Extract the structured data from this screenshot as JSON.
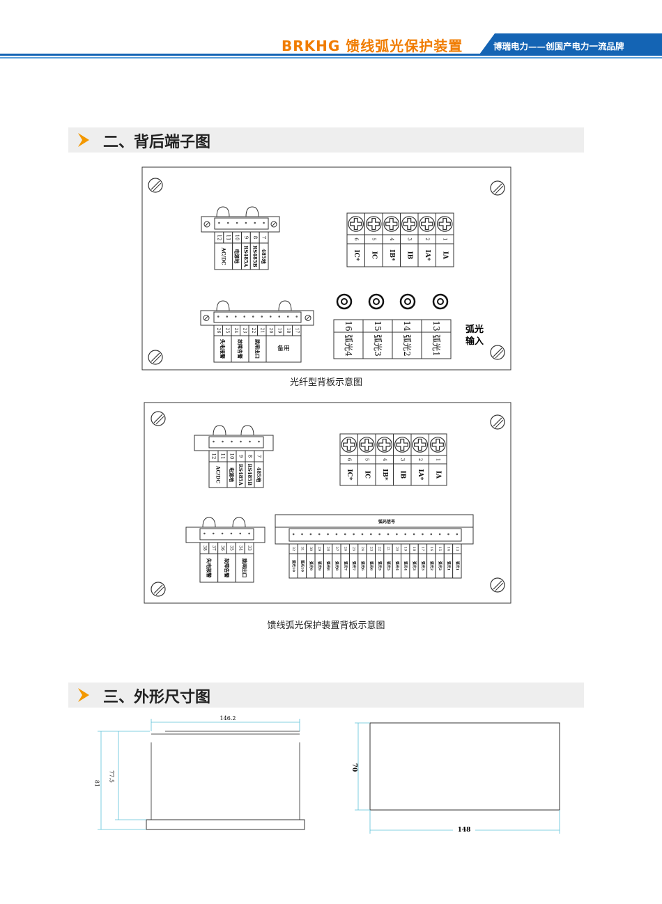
{
  "header": {
    "title": "BRKHG  馈线弧光保护装置",
    "slogan": "博瑞电力——创国产电力一流品牌",
    "accent": "#f07c00",
    "brand": "#1464b4"
  },
  "section2": {
    "title": "二、背后端子图"
  },
  "section3": {
    "title": "三、外形尺寸图"
  },
  "panel1": {
    "caption": "光纤型背板示意图",
    "power_conn": {
      "numbers": [
        "12",
        "11",
        "10",
        "9",
        "8",
        "7"
      ],
      "labels": [
        {
          "text": "AC/DC",
          "span": 2
        },
        {
          "text": "电源地",
          "span": 1
        },
        {
          "text": "RS485A",
          "span": 1
        },
        {
          "text": "RS485B",
          "span": 1
        },
        {
          "text": "485地",
          "span": 1
        }
      ]
    },
    "ct_block": {
      "numbers": [
        "6",
        "5",
        "4",
        "3",
        "2",
        "1"
      ],
      "labels": [
        "IC*",
        "IC",
        "IB*",
        "IB",
        "IA*",
        "IA"
      ]
    },
    "io_conn": {
      "numbers": [
        "26",
        "25",
        "24",
        "23",
        "22",
        "21",
        "20",
        "19",
        "18",
        "17"
      ],
      "labels": [
        {
          "text": "失电报警",
          "span": 2
        },
        {
          "text": "故障告警",
          "span": 2
        },
        {
          "text": "跳闸出口",
          "span": 2
        },
        {
          "text": "备用",
          "span": 4
        }
      ]
    },
    "fiber": {
      "numbers": [
        "16",
        "15",
        "14",
        "13"
      ],
      "labels": [
        "弧光4",
        "弧光3",
        "弧光2",
        "弧光1"
      ],
      "input_label": [
        "弧光",
        "输入"
      ]
    }
  },
  "panel2": {
    "caption": "馈线弧光保护装置背板示意图",
    "power_conn": {
      "numbers": [
        "12",
        "11",
        "10",
        "9",
        "8",
        "7"
      ],
      "labels": [
        {
          "text": "AC/DC",
          "span": 2
        },
        {
          "text": "电源地",
          "span": 1
        },
        {
          "text": "RS485A",
          "span": 1
        },
        {
          "text": "RS485B",
          "span": 1
        },
        {
          "text": "485地",
          "span": 1
        }
      ]
    },
    "ct_block": {
      "numbers": [
        "6",
        "5",
        "4",
        "3",
        "2",
        "1"
      ],
      "labels": [
        "IC*",
        "IC",
        "IB*",
        "IB",
        "IA*",
        "IA"
      ]
    },
    "io_conn": {
      "numbers": [
        "38",
        "37",
        "36",
        "35",
        "34",
        "33"
      ],
      "labels": [
        {
          "text": "失电报警",
          "span": 2
        },
        {
          "text": "故障告警",
          "span": 2
        },
        {
          "text": "跳闸出口",
          "span": 2
        }
      ]
    },
    "arc_conn": {
      "title": "弧光信号",
      "numbers": [
        "32",
        "31",
        "30",
        "29",
        "28",
        "27",
        "26",
        "25",
        "24",
        "23",
        "22",
        "21",
        "20",
        "19",
        "18",
        "17",
        "16",
        "15",
        "14",
        "13"
      ],
      "labels": [
        "弧光10",
        "弧光10",
        "弧光9",
        "弧光9",
        "弧光8",
        "弧光8",
        "弧光7",
        "弧光7",
        "弧光6",
        "弧光6",
        "弧光5",
        "弧光5",
        "弧光4",
        "弧光4",
        "弧光3",
        "弧光3",
        "弧光2",
        "弧光2",
        "弧光1",
        "弧光1"
      ]
    }
  },
  "dimensions": {
    "side": {
      "width": "146.2",
      "height_total": "81",
      "height_body": "77.5"
    },
    "front": {
      "width": "148",
      "height": "70"
    }
  }
}
